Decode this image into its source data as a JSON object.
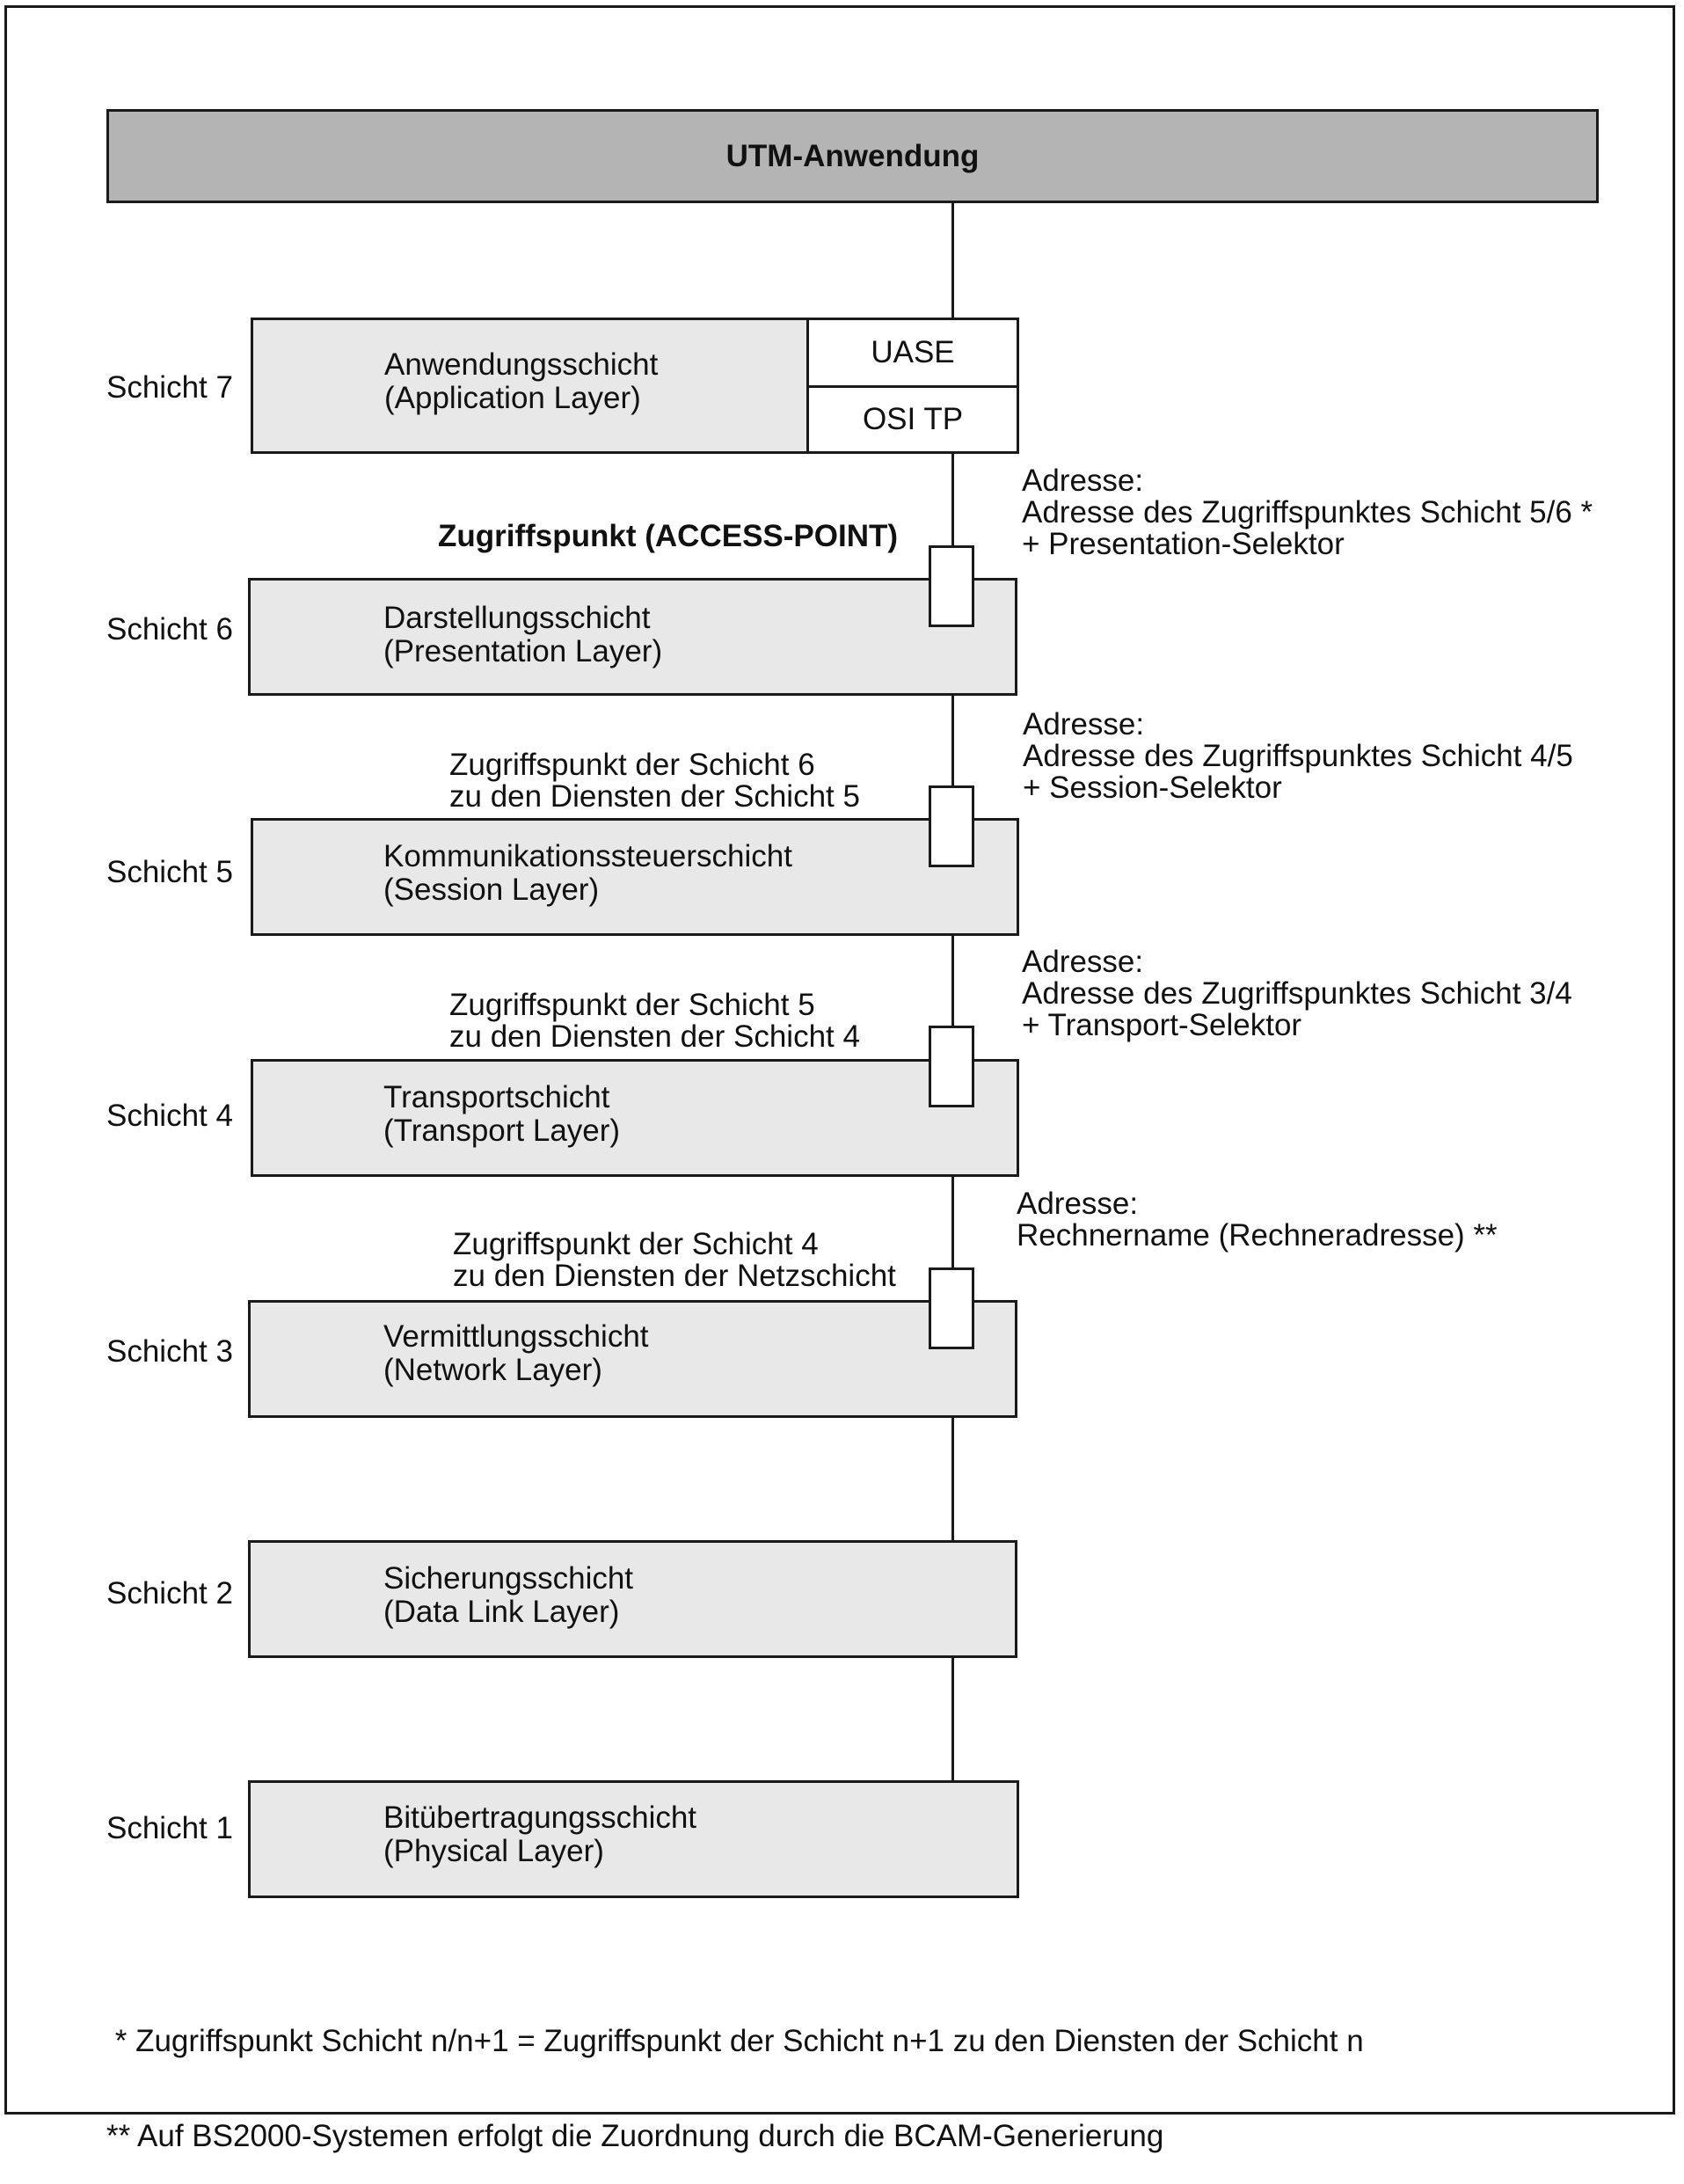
{
  "top": {
    "title": "UTM-Anwendung"
  },
  "layers": [
    {
      "label": "Schicht 7",
      "name": "Anwendungsschicht",
      "english": "(Application Layer)"
    },
    {
      "label": "Schicht 6",
      "name": "Darstellungsschicht",
      "english": "(Presentation Layer)"
    },
    {
      "label": "Schicht 5",
      "name": "Kommunikationssteuerschicht",
      "english": "(Session Layer)"
    },
    {
      "label": "Schicht 4",
      "name": "Transportschicht",
      "english": "(Transport Layer)"
    },
    {
      "label": "Schicht 3",
      "name": "Vermittlungsschicht",
      "english": "(Network Layer)"
    },
    {
      "label": "Schicht 2",
      "name": "Sicherungsschicht",
      "english": "(Data Link Layer)"
    },
    {
      "label": "Schicht 1",
      "name": "Bitübertragungsschicht",
      "english": "(Physical Layer)"
    }
  ],
  "layer7_subboxes": {
    "uase": "UASE",
    "osi_tp": "OSI TP"
  },
  "access_points": [
    {
      "line1": "Zugriffspunkt (ACCESS-POINT)",
      "line2": ""
    },
    {
      "line1": "Zugriffspunkt der Schicht 6",
      "line2": "zu den Diensten der Schicht 5"
    },
    {
      "line1": "Zugriffspunkt der Schicht 5",
      "line2": "zu den Diensten der Schicht 4"
    },
    {
      "line1": "Zugriffspunkt der Schicht 4",
      "line2": "zu den Diensten der Netzschicht"
    }
  ],
  "addresses": [
    {
      "line1": "Adresse:",
      "line2": "Adresse des Zugriffspunktes Schicht 5/6 *",
      "line3": "+ Presentation-Selektor"
    },
    {
      "line1": "Adresse:",
      "line2": "Adresse des Zugriffspunktes Schicht 4/5",
      "line3": "+ Session-Selektor"
    },
    {
      "line1": "Adresse:",
      "line2": "Adresse des Zugriffspunktes Schicht 3/4",
      "line3": "+ Transport-Selektor"
    },
    {
      "line1": "Adresse:",
      "line2": "Rechnername (Rechneradresse) **",
      "line3": ""
    }
  ],
  "footnotes": [
    " * Zugriffspunkt Schicht n/n+1 = Zugriffspunkt der Schicht n+1 zu den Diensten der Schicht n",
    "** Auf BS2000-Systemen erfolgt die Zuordnung durch die BCAM-Generierung"
  ]
}
